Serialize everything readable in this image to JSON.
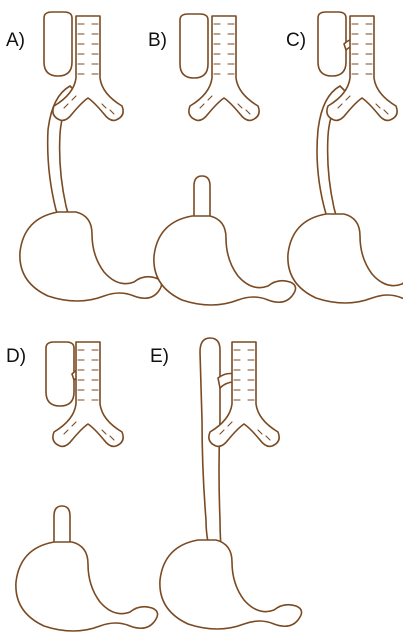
{
  "panels": [
    {
      "label": "A)"
    },
    {
      "label": "B)"
    },
    {
      "label": "C)"
    },
    {
      "label": "D)"
    },
    {
      "label": "E)"
    }
  ],
  "colors": {
    "stroke": "#7a4a22",
    "fill": "#ffffff",
    "label": "#111111"
  }
}
